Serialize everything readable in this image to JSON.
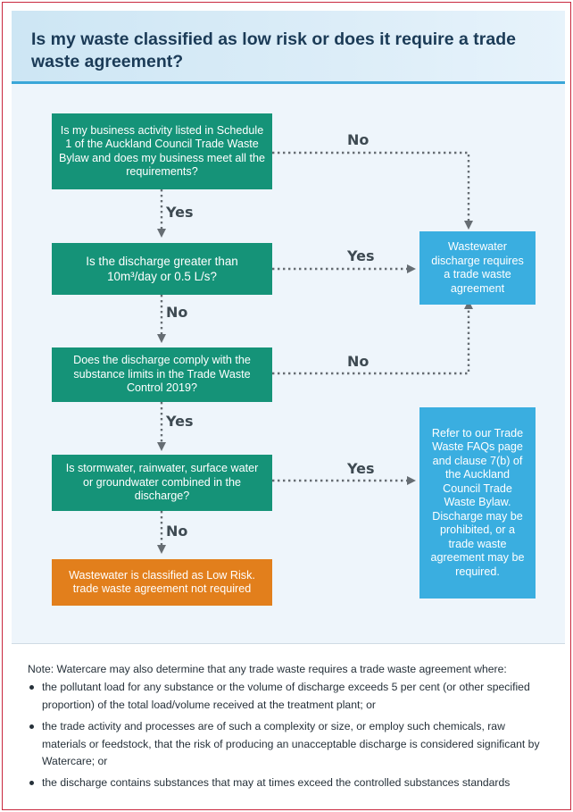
{
  "title": "Is my waste classified as low risk or does it require a trade waste agreement?",
  "flowchart": {
    "steps": [
      {
        "id": "q1",
        "text": "Is my business activity listed in Schedule 1 of the Auckland Council Trade Waste Bylaw and does my business meet all the requirements?",
        "color": "#159378"
      },
      {
        "id": "q2",
        "text": "Is the discharge greater than 10m³/day or 0.5 L/s?",
        "color": "#159378"
      },
      {
        "id": "q3",
        "text": "Does the discharge comply with the substance limits in the Trade Waste Control 2019?",
        "color": "#159378"
      },
      {
        "id": "q4",
        "text": "Is stormwater, rainwater, surface water or groundwater combined in the discharge?",
        "color": "#159378"
      },
      {
        "id": "low_risk",
        "text": "Wastewater is classified as Low Risk. trade waste agreement not required",
        "color": "#e27f1c"
      },
      {
        "id": "requires",
        "text": "Wastewater discharge requires a trade waste agreement",
        "color": "#3aaee0"
      },
      {
        "id": "refer",
        "text": "Refer to our Trade Waste FAQs page and clause 7(b) of the Auckland Council Trade Waste Bylaw. Discharge may be prohibited, or a trade waste agreement may be required.",
        "color": "#3aaee0"
      }
    ],
    "edge_labels": {
      "q1_no": "No",
      "q1_yes": "Yes",
      "q2_yes": "Yes",
      "q2_no": "No",
      "q3_no": "No",
      "q3_yes": "Yes",
      "q4_yes": "Yes",
      "q4_no": "No"
    }
  },
  "note": {
    "intro": "Note: Watercare may also determine that any trade waste requires a trade waste agreement where:",
    "items": [
      "the pollutant load for any substance or the volume of discharge exceeds 5 per cent (or other specified proportion) of the total load/volume received at the treatment plant; or",
      "the trade activity and processes are of such a complexity or size, or employ such chemicals, raw materials or feedstock, that the risk of producing an unacceptable discharge is considered significant by Watercare; or",
      "the discharge contains substances that may at times exceed the controlled substances standards"
    ]
  }
}
